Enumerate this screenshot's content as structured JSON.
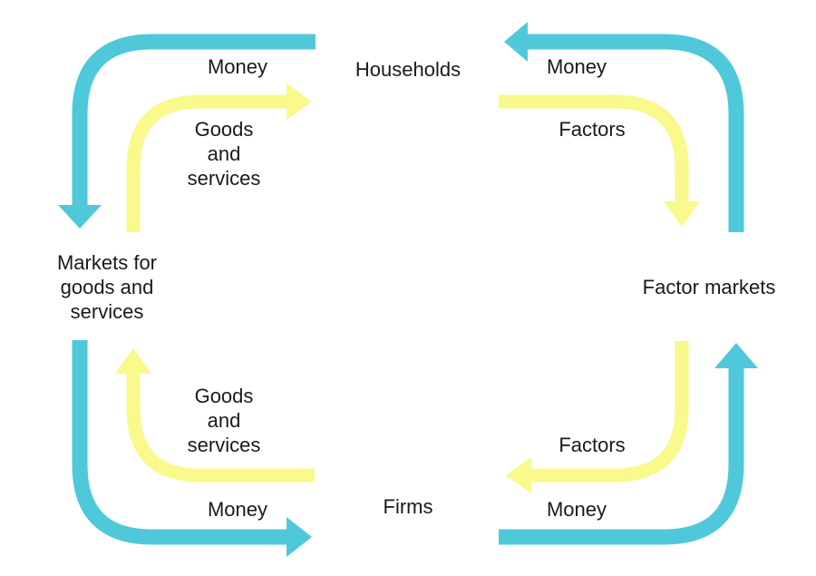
{
  "nodes": {
    "households": "Households",
    "firms": "Firms",
    "goods_markets": [
      "Markets for",
      "goods and",
      "services"
    ],
    "factor_markets": "Factor markets"
  },
  "flows": {
    "money_top_left": "Money",
    "money_top_right": "Money",
    "money_bottom_left": "Money",
    "money_bottom_right": "Money",
    "goods_top": [
      "Goods",
      "and",
      "services"
    ],
    "goods_bottom": [
      "Goods",
      "and",
      "services"
    ],
    "factors_top": "Factors",
    "factors_bottom": "Factors"
  },
  "colors": {
    "money_flow": "#4fc9d9",
    "goods_factor_flow": "#f9f98c"
  }
}
